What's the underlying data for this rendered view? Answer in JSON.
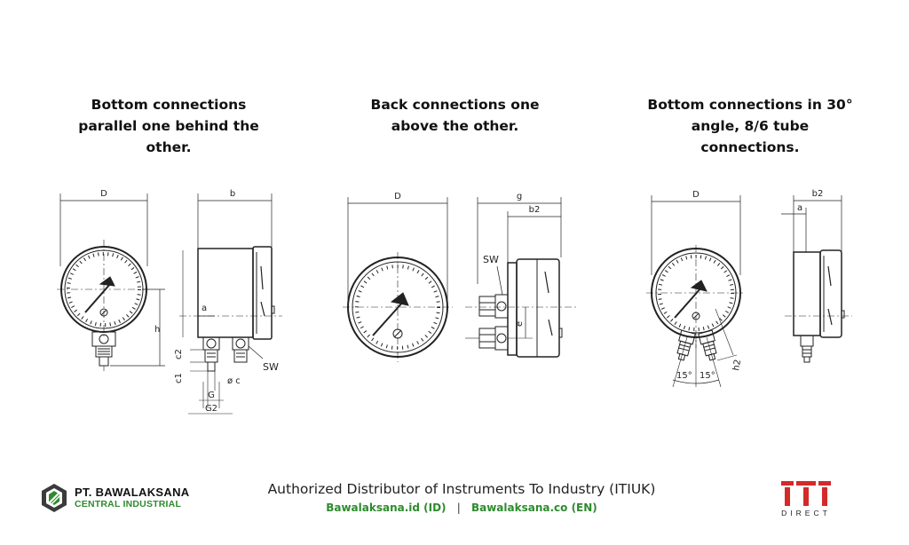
{
  "headings": [
    "Bottom connections\nparallel one behind the\nother.",
    "Back connections one\nabove the other.",
    "Bottom connections in 30°\nangle, 8/6 tube\nconnections."
  ],
  "dimension_labels": {
    "d1_D": "D",
    "d1_b": "b",
    "d1_h": "h",
    "d1_a": "a",
    "d1_c2": "c2",
    "d1_c1": "c1",
    "d1_phic": "ø c",
    "d1_G": "G",
    "d1_G2": "G2",
    "d1_SW": "SW",
    "d2_D": "D",
    "d2_g": "g",
    "d2_b2": "b2",
    "d2_SW": "SW",
    "d2_e": "e",
    "d3_D": "D",
    "d3_b2": "b2",
    "d3_a": "a",
    "d3_h2": "h2",
    "d3_angle_left": "15°",
    "d3_angle_right": "15°"
  },
  "footer": {
    "tagline": "Authorized Distributor of Instruments To Industry (ITIUK)",
    "link_id": "Bawalaksana.id (ID)",
    "separator": "|",
    "link_en": "Bawalaksana.co (EN)"
  },
  "brand": {
    "name": "PT. BAWALAKSANA",
    "subtitle": "CENTRAL INDUSTRIAL",
    "accent_color": "#2e8b2e"
  },
  "iti_logo": {
    "letters": "ITI",
    "subtitle": "DIRECT",
    "color": "#d42a2a"
  }
}
